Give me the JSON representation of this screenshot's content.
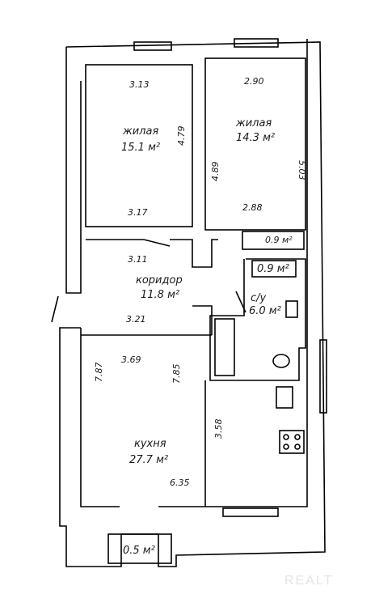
{
  "rooms": {
    "bedroom_left": {
      "name": "жилая",
      "area": "15.1 м²",
      "dims": [
        "3.13",
        "4.79",
        "3.17"
      ]
    },
    "bedroom_right": {
      "name": "жилая",
      "area": "14.3 м²",
      "dims": [
        "2.90",
        "5.03",
        "4.89",
        "2.88"
      ]
    },
    "corridor": {
      "name": "коридор",
      "area": "11.8 м²",
      "dims": [
        "3.11",
        "3.21"
      ]
    },
    "bathroom": {
      "name": "с/у",
      "area": "6.0 м²"
    },
    "kitchen": {
      "name": "кухня",
      "area": "27.7 м²",
      "dims": [
        "3.69",
        "7.87",
        "7.85",
        "3.58",
        "6.35"
      ]
    },
    "closet_top": {
      "area": "0.9 м²"
    },
    "closet_inner": {
      "area": "0.9 м²"
    },
    "balcony": {
      "area": "0.5 м²"
    }
  },
  "watermark": "REALT"
}
